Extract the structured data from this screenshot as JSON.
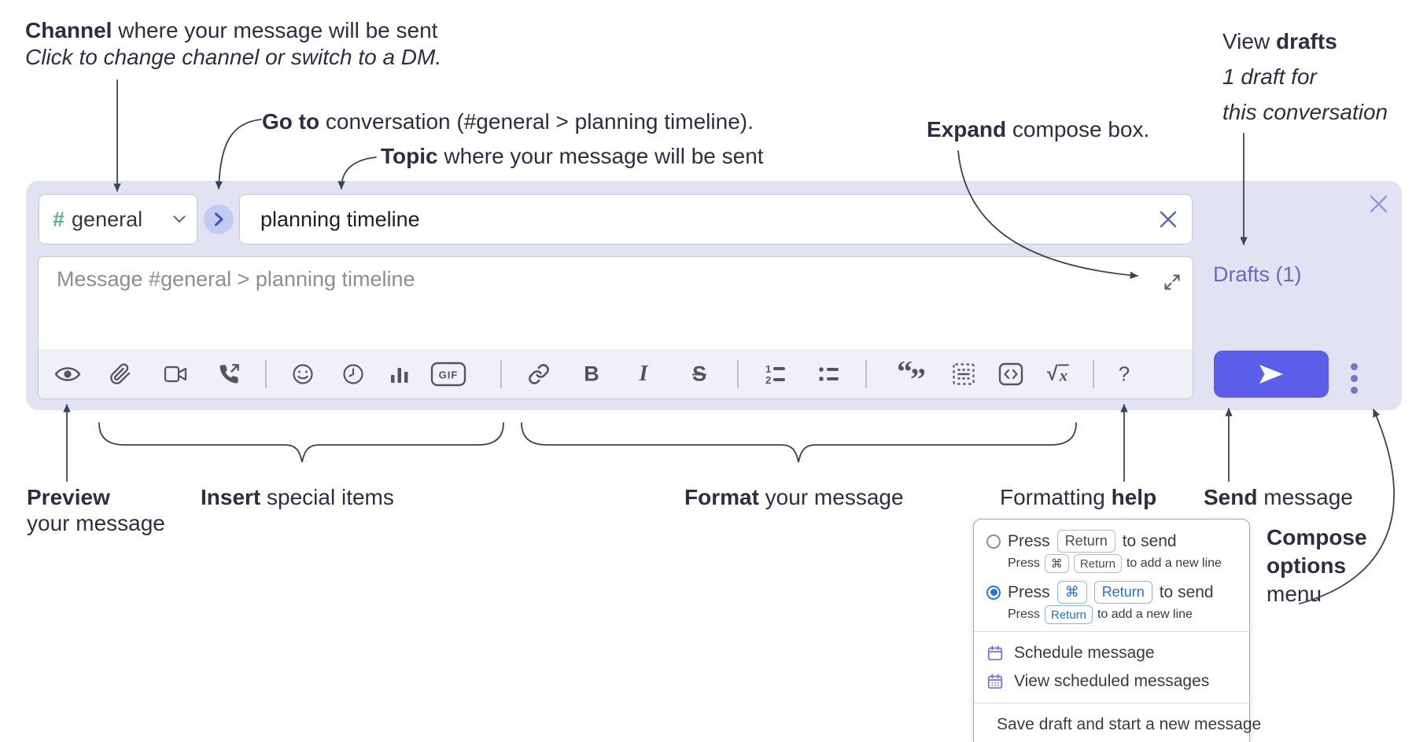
{
  "annotations": {
    "channel": {
      "bold": "Channel",
      "rest": " where your message will be sent",
      "sub": "Click to change channel or switch to a DM."
    },
    "goto": {
      "bold": "Go to",
      "rest": " conversation (#general > planning timeline)."
    },
    "topic": {
      "bold": "Topic",
      "rest": " where your message will be sent"
    },
    "expand": {
      "bold": "Expand",
      "rest": " compose box."
    },
    "drafts": {
      "pre": "View ",
      "bold": "drafts",
      "line2": "1 draft for",
      "line3": "this conversation"
    },
    "preview": {
      "bold": "Preview",
      "line2": "your message"
    },
    "insert": {
      "bold": "Insert",
      "rest": " special items"
    },
    "format": {
      "bold": "Format",
      "rest": " your message"
    },
    "help": {
      "pre": "Formatting ",
      "bold": "help"
    },
    "send": {
      "bold": "Send",
      "rest": " message"
    },
    "compose_options": {
      "line1": "Compose",
      "line2": "options",
      "line3": "menu"
    }
  },
  "compose": {
    "channel_hash": "#",
    "channel_name": "general",
    "topic_value": "planning timeline",
    "message_placeholder": "Message #general > planning timeline",
    "drafts_label": "Drafts (1)"
  },
  "toolbar": {
    "icons": [
      "preview-eye",
      "attach-paperclip",
      "video-call",
      "voice-call",
      "emoji",
      "schedule-clock",
      "poll-chart",
      "gif",
      "link",
      "bold",
      "italic",
      "strikethrough",
      "numbered-list",
      "bulleted-list",
      "quote",
      "spoiler",
      "code",
      "math",
      "help"
    ],
    "bold_label": "B",
    "italic_label": "I",
    "strike_label": "S",
    "gif_label": "GIF",
    "ol_num1": "1",
    "ol_num2": "2",
    "quote_open": "“",
    "quote_close": "”",
    "math_radical": "√",
    "math_x": "x",
    "help_label": "?"
  },
  "menu": {
    "option1": {
      "press": "Press",
      "key1": "Return",
      "suffix": "to send",
      "sub_press": "Press",
      "sub_key1": "⌘",
      "sub_key2": "Return",
      "sub_suffix": "to add a new line"
    },
    "option2": {
      "press": "Press",
      "key1": "⌘",
      "key2": "Return",
      "suffix": "to send",
      "sub_press": "Press",
      "sub_key1": "Return",
      "sub_suffix": "to add a new line"
    },
    "items": {
      "schedule": "Schedule message",
      "view_scheduled": "View scheduled messages",
      "save_draft": "Save draft and start a new message"
    }
  },
  "colors": {
    "container_bg": "#e1e3f3",
    "toolbar_bg": "#f0f1f8",
    "accent_send": "#5a5ee8",
    "hashtag_green": "#5bb885",
    "drafts_link": "#666bbe",
    "selected_blue": "#2478e4",
    "menu_icon_purple": "#7377d8",
    "annotation_ink": "#3f4257"
  }
}
